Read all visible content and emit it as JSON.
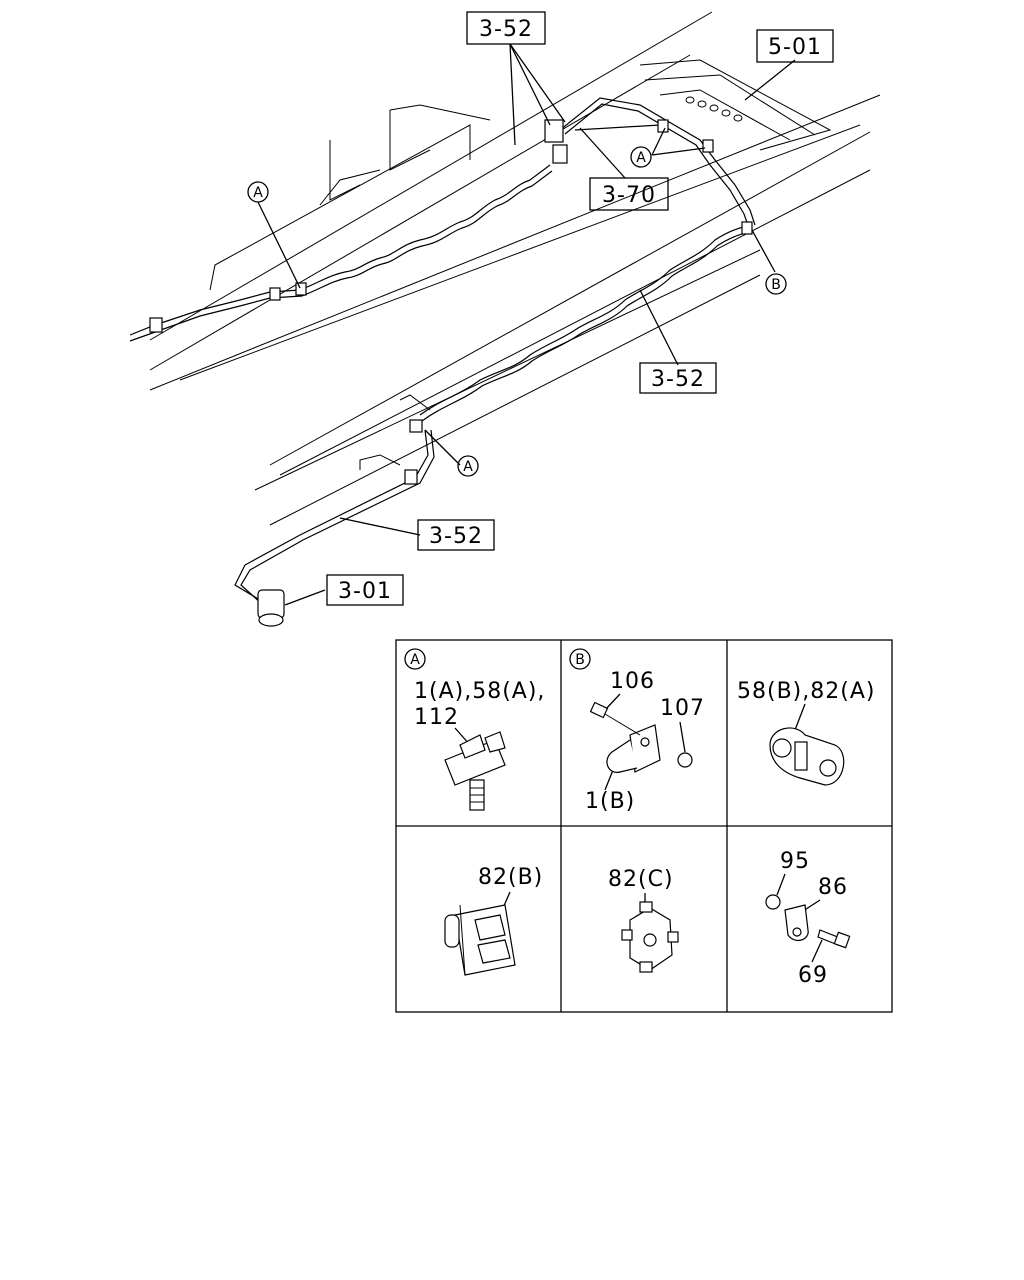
{
  "diagram": {
    "ref_boxes": {
      "top_3_52": "3-52",
      "top_5_01": "5-01",
      "mid_3_70": "3-70",
      "mid_3_52": "3-52",
      "low_3_52": "3-52",
      "low_3_01": "3-01"
    },
    "markers": {
      "a_left": "A",
      "a_upper": "A",
      "b_right": "B",
      "a_lower": "A"
    },
    "detail_panels": {
      "panel_a": {
        "letter": "A",
        "label_1": "1(A),58(A),",
        "label_2": "112"
      },
      "panel_b": {
        "letter": "B",
        "label_106": "106",
        "label_107": "107",
        "label_1b": "1(B)"
      },
      "panel_c": {
        "label": "58(B),82(A)"
      },
      "panel_d": {
        "label": "82(B)"
      },
      "panel_e": {
        "label": "82(C)"
      },
      "panel_f": {
        "label_95": "95",
        "label_86": "86",
        "label_69": "69"
      }
    }
  }
}
